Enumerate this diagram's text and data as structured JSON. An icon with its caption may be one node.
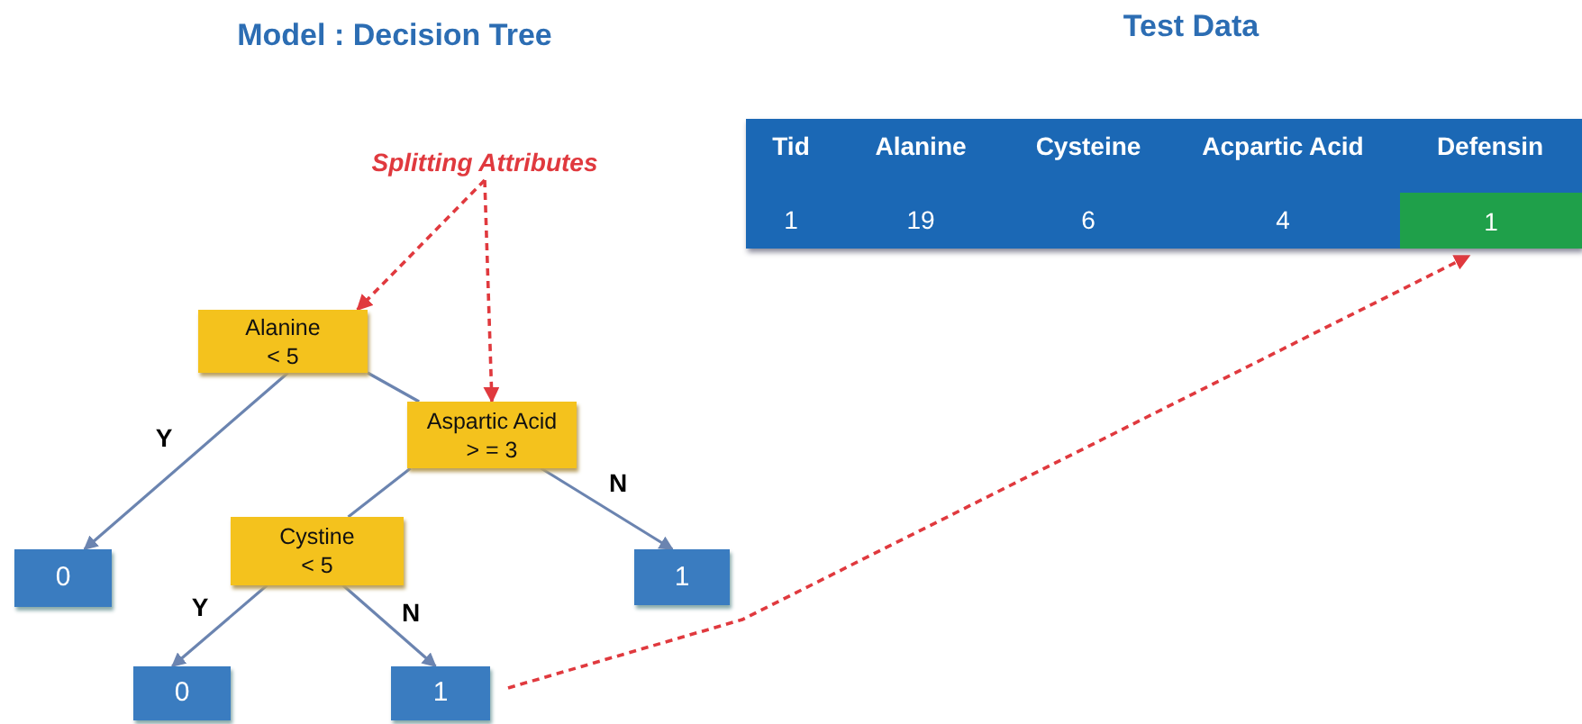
{
  "diagram": {
    "nodes": [
      {
        "text": [
          "Splitting Attributes"
        ]
      },
      {
        "text": [
          "Alanine",
          "< 5"
        ]
      },
      {
        "text": [
          "Aspartic Acid",
          "> = 3"
        ]
      },
      {
        "text": [
          "0"
        ]
      },
      {
        "text": [
          "Cystine",
          "< 5"
        ]
      },
      {
        "text": [
          "1"
        ]
      },
      {
        "text": [
          "0"
        ]
      },
      {
        "text": [
          "1"
        ]
      },
      {
        "text": [
          "1"
        ]
      }
    ],
    "edges": [
      {
        "from": 0,
        "to": 1,
        "arrow": "to",
        "style": "dashed",
        "color": "#e0393e"
      },
      {
        "from": 0,
        "to": 2,
        "arrow": "to",
        "style": "dashed",
        "color": "#e0393e"
      },
      {
        "from": 1,
        "to": 3,
        "arrow": "to",
        "label": "Y"
      },
      {
        "from": 1,
        "to": 2,
        "arrow": "none"
      },
      {
        "from": 2,
        "to": 4,
        "arrow": "none"
      },
      {
        "from": 2,
        "to": 5,
        "arrow": "to",
        "label": "N"
      },
      {
        "from": 4,
        "to": 6,
        "arrow": "to",
        "label": "Y"
      },
      {
        "from": 4,
        "to": 7,
        "arrow": "to",
        "label": "N"
      },
      {
        "from": 7,
        "to": 8,
        "arrow": "to",
        "style": "dashed",
        "color": "#e0393e"
      }
    ],
    "labels": [
      "Model : Decision Tree",
      "Test Data",
      "Tid",
      "Alanine",
      "Cysteine",
      "Acpartic Acid",
      "Defensin",
      "1",
      "19",
      "6",
      "4"
    ]
  }
}
